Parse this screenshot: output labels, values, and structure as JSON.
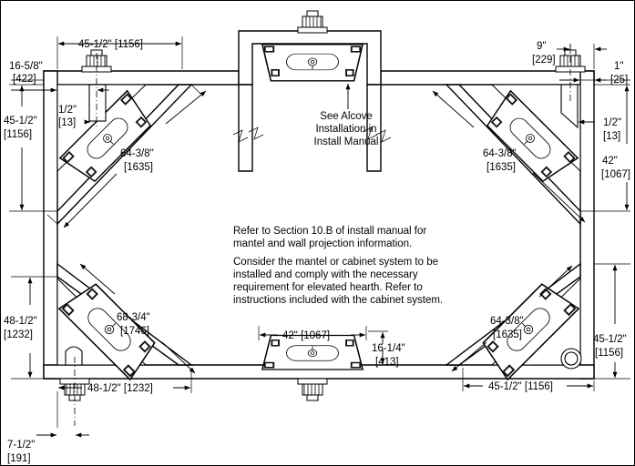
{
  "dimensions": {
    "top_left_width": "45-1/2\" [1156]",
    "top_left_offset_a": "16-5/8\"",
    "top_left_offset_b": "[422]",
    "top_left_clear_a": "1/2\"",
    "top_left_clear_b": "[13]",
    "left_depth_a": "45-1/2\"",
    "left_depth_b": "[1156]",
    "top_left_diag_a": "64-3/8\"",
    "top_left_diag_b": "[1635]",
    "top_right_9_a": "9\"",
    "top_right_9_b": "[229]",
    "top_right_1_a": "1\"",
    "top_right_1_b": "[25]",
    "top_right_clear_a": "1/2\"",
    "top_right_clear_b": "[13]",
    "top_right_diag_a": "64-3/8\"",
    "top_right_diag_b": "[1635]",
    "right_depth_a": "42\"",
    "right_depth_b": "[1067]",
    "bottom_left_depth_a": "48-1/2\"",
    "bottom_left_depth_b": "[1232]",
    "bottom_left_diag_a": "68-3/4\"",
    "bottom_left_diag_b": "[1746]",
    "bottom_left_width": "48-1/2\" [1232]",
    "bottom_left_offset_a": "7-1/2\"",
    "bottom_left_offset_b": "[191]",
    "bottom_center_width": "42\" [1067]",
    "bottom_center_depth_a": "16-1/4\"",
    "bottom_center_depth_b": "[413]",
    "bottom_right_diag_a": "64-3/8\"",
    "bottom_right_diag_b": "[1635]",
    "bottom_right_depth_a": "45-1/2\"",
    "bottom_right_depth_b": "[1156]",
    "bottom_right_width": "45-1/2\" [1156]"
  },
  "notes": {
    "alcove_1": "See Alcove",
    "alcove_2": "Installation in",
    "alcove_3": "Install Manual",
    "section_1": "Refer to Section 10.B of install manual for",
    "section_2": "mantel and wall projection information.",
    "cabinet_1": "Consider the mantel or cabinet system to be",
    "cabinet_2": "installed and comply with the necessary",
    "cabinet_3": "requirement for elevated hearth. Refer to",
    "cabinet_4": "instructions included with the cabinet system."
  }
}
